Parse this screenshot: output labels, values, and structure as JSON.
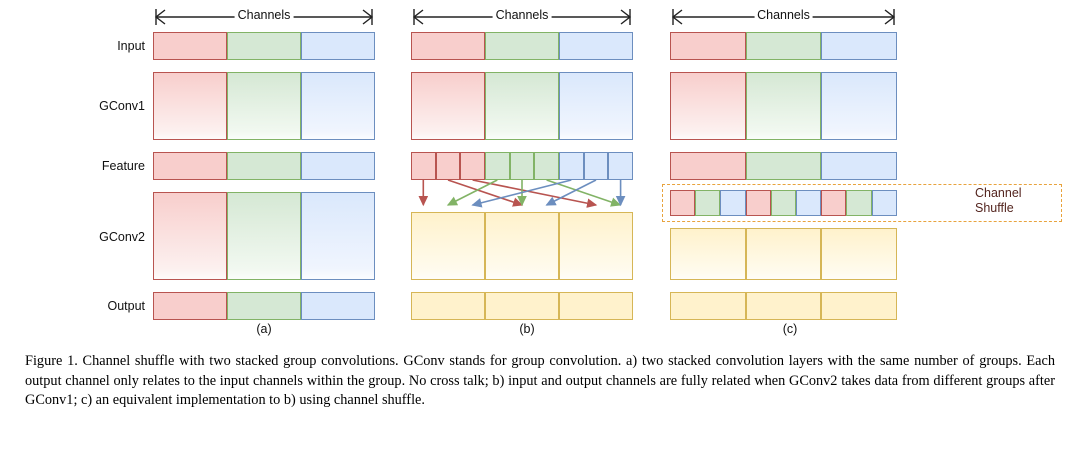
{
  "figure": {
    "row_labels": [
      "Input",
      "GConv1",
      "Feature",
      "GConv2",
      "Output"
    ],
    "panel_labels": [
      "(a)",
      "(b)",
      "(c)"
    ],
    "axis_header": "Channels",
    "shuffle_annotation_line1": "Channel",
    "shuffle_annotation_line2": "Shuffle",
    "colors": {
      "red_fill": "#f8cecc",
      "red_stroke": "#b85450",
      "green_fill": "#d5e8d4",
      "green_stroke": "#82b366",
      "blue_fill": "#dae8fc",
      "blue_stroke": "#6c8ebf",
      "yellow_fill": "#fff2cc",
      "yellow_stroke": "#d6b656",
      "shuffle_border": "#e8a33d",
      "shuffle_text": "#54251f"
    }
  },
  "chart_data": {
    "type": "diagram",
    "title": "Channel shuffle with two stacked group convolutions",
    "groups": 3,
    "channels_per_group": 3,
    "rows": [
      "Input",
      "GConv1",
      "Feature",
      "GConv2",
      "Output"
    ],
    "panels": [
      {
        "id": "(a)",
        "description": "two stacked convolution layers with the same number of groups; no cross talk",
        "feature_row_order": [
          "red",
          "green",
          "blue"
        ],
        "gconv2_groups": [
          "red",
          "green",
          "blue"
        ],
        "output_groups": [
          "red",
          "green",
          "blue"
        ],
        "cross_group_arrows": false
      },
      {
        "id": "(b)",
        "description": "input and output channels fully related when GConv2 takes data from different groups after GConv1",
        "feature_row_cells": [
          "red",
          "red",
          "red",
          "green",
          "green",
          "green",
          "blue",
          "blue",
          "blue"
        ],
        "gconv2_groups": [
          "yellow",
          "yellow",
          "yellow"
        ],
        "output_groups": [
          "yellow",
          "yellow",
          "yellow"
        ],
        "cross_group_arrows": true,
        "arrow_count": 9
      },
      {
        "id": "(c)",
        "description": "an equivalent implementation to b) using channel shuffle",
        "feature_row_order": [
          "red",
          "green",
          "blue"
        ],
        "shuffle_row_cells": [
          "red",
          "green",
          "blue",
          "red",
          "green",
          "blue",
          "red",
          "green",
          "blue"
        ],
        "gconv2_groups": [
          "yellow",
          "yellow",
          "yellow"
        ],
        "output_groups": [
          "yellow",
          "yellow",
          "yellow"
        ],
        "cross_group_arrows": false
      }
    ]
  },
  "caption": {
    "text": "Figure 1. Channel shuffle with two stacked group convolutions. GConv stands for group convolution. a) two stacked convolution layers with the same number of groups. Each output channel only relates to the input channels within the group. No cross talk; b) input and output channels are fully related when GConv2 takes data from different groups after GConv1; c) an equivalent implementation to b) using channel shuffle."
  }
}
